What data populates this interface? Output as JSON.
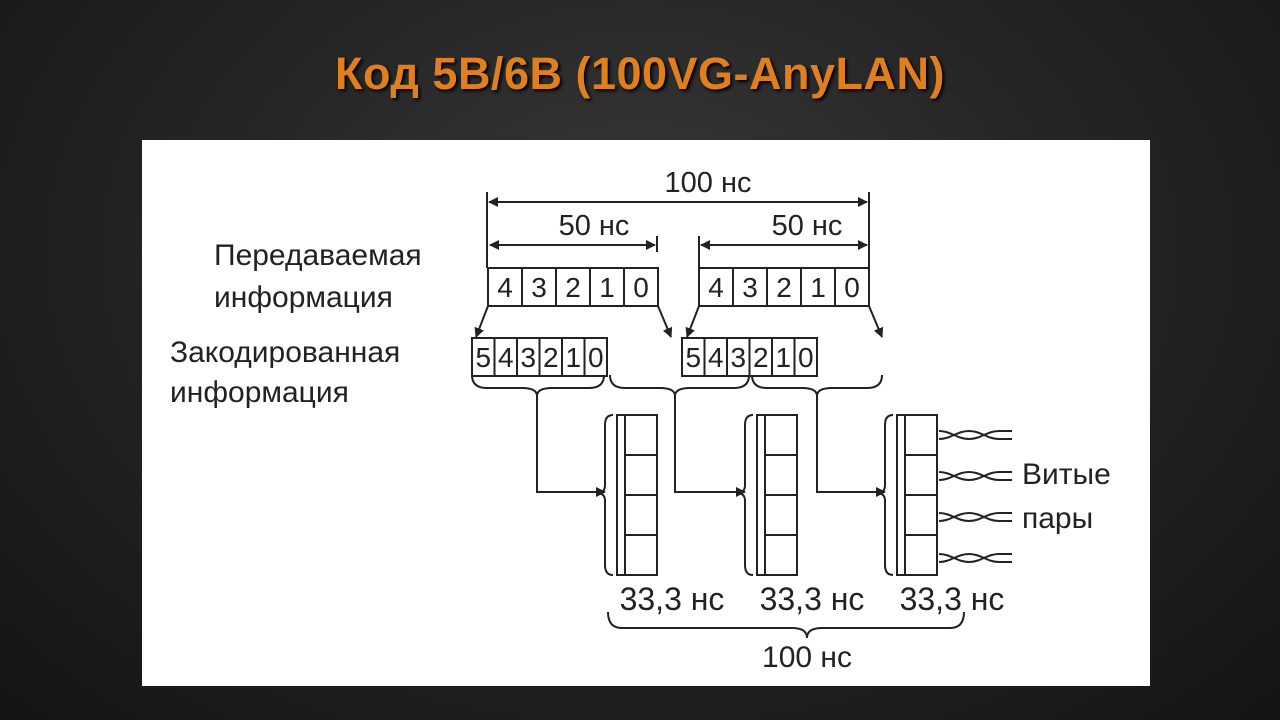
{
  "title": "Код 5B/6B (100VG-AnyLAN)",
  "diagram": {
    "top_total": "100 нс",
    "half_left": "50 нс",
    "half_right": "50 нс",
    "label_transmitted_line1": "Передаваемая",
    "label_transmitted_line2": "информация",
    "label_encoded_line1": "Закодированная",
    "label_encoded_line2": "информация",
    "input_bits": [
      "4",
      "3",
      "2",
      "1",
      "0"
    ],
    "encoded_bits": [
      "5",
      "4",
      "3",
      "2",
      "1",
      "0"
    ],
    "pair_label_line1": "Витые",
    "pair_label_line2": "пары",
    "slot_time_1": "33,3 нс",
    "slot_time_2": "33,3 нс",
    "slot_time_3": "33,3 нс",
    "bottom_total": "100 нс"
  }
}
